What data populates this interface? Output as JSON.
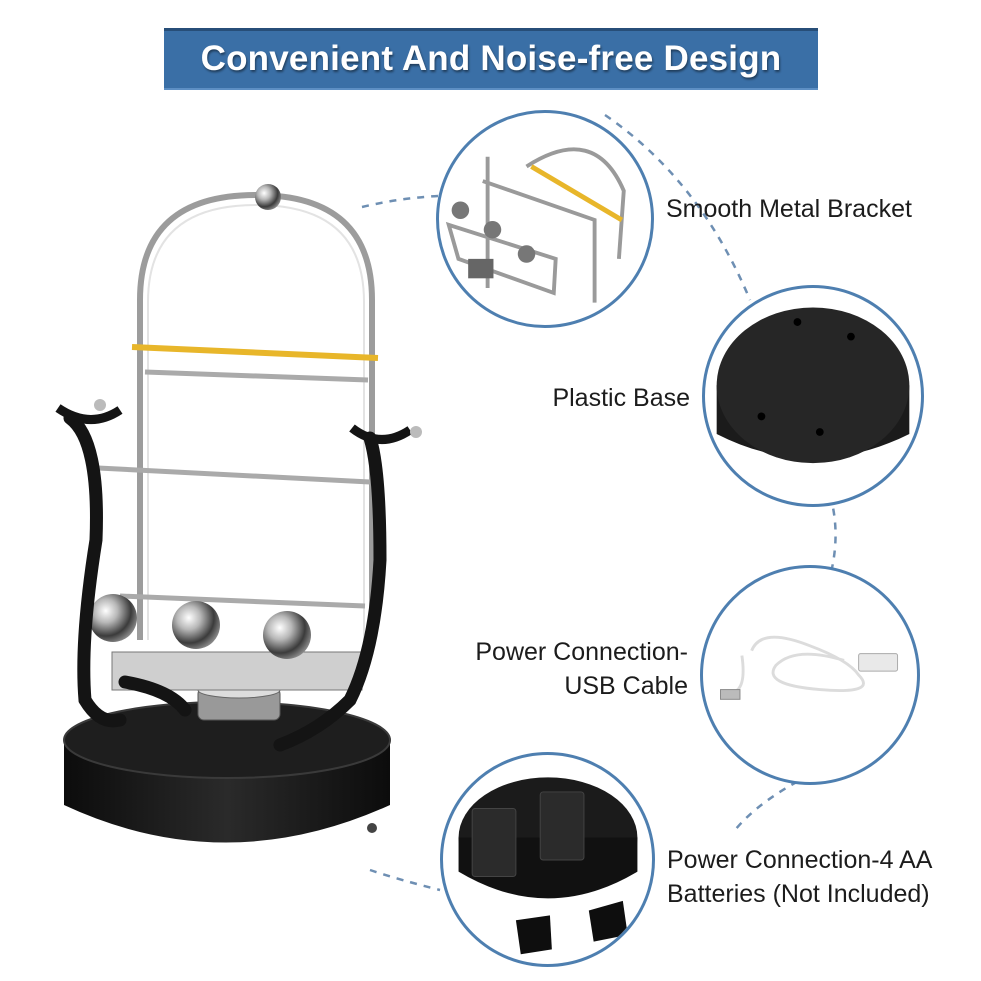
{
  "banner": {
    "title": "Convenient And Noise-free Design"
  },
  "features": [
    {
      "label": "Smooth Metal Bracket"
    },
    {
      "label": "Plastic Base"
    },
    {
      "label_line1": "Power Connection-",
      "label_line2": "USB Cable"
    },
    {
      "label_line1": "Power Connection-4 AA",
      "label_line2": "Batteries (Not Included)"
    }
  ],
  "colors": {
    "banner": "#3a6fa6",
    "circle_border": "#4e7fb0",
    "rubber_band": "#e8b62a",
    "base": "#151515"
  }
}
